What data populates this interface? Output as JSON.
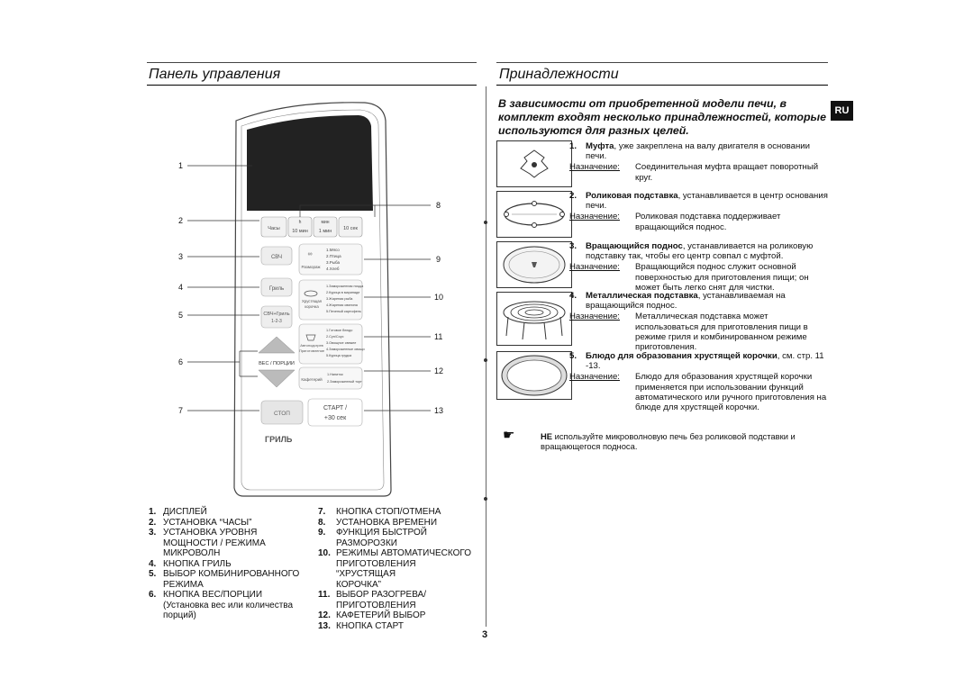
{
  "left": {
    "title": "Панель управления",
    "panel": {
      "callouts": [
        "1",
        "2",
        "3",
        "4",
        "5",
        "6",
        "7",
        "8",
        "9",
        "10",
        "11",
        "12",
        "13"
      ],
      "keys": {
        "clock": "Часы",
        "h_label": "h",
        "min_label": "мин",
        "sec_label": "10 сек",
        "min10": "10 мин",
        "min1": "1 мин",
        "power": "СВЧ",
        "grill": "Гриль",
        "combi": "СВЧ+Гриль",
        "combi_sub": "1-2-3",
        "weight": "ВЕС / ПОРЦИИ",
        "stop": "СТОП",
        "start_line1": "СТАРТ /",
        "start_line2": "+30 сек",
        "brand": "ГРИЛЬ"
      },
      "defrost": {
        "label": "Размораж",
        "items": [
          "1.Мясо",
          "2.Птица",
          "3.Рыба",
          "4.Хлеб"
        ]
      },
      "crusty": {
        "label1": "Хрустящая",
        "label2": "корочка",
        "items": [
          "1.Замороженная пицца",
          "2.Курица в маринаде",
          "3.Жареная рыба",
          "4.Жареная свинина",
          "5.Печеный картофель"
        ]
      },
      "auto": {
        "label1": "Автоподогрев",
        "label2": "Приготовление",
        "items": [
          "1.Готовое блюдо",
          "2.Суп/Соус",
          "3.Овощное свежее",
          "4.Замороженные овощи",
          "5.Курица грудка"
        ]
      },
      "cafe": {
        "label": "Кафетерий",
        "items": [
          "1.Напиток",
          "2.Замороженный торт"
        ]
      }
    },
    "legend_col1": [
      {
        "n": "1.",
        "t": "ДИСПЛЕЙ"
      },
      {
        "n": "2.",
        "t": "УСТАНОВКА “ЧАСЫ”"
      },
      {
        "n": "3.",
        "t": "УСТАНОВКА УРОВНЯ"
      },
      {
        "n": "",
        "t": "МОЩНОСТИ / РЕЖИМА"
      },
      {
        "n": "",
        "t": "МИКРОВОЛН"
      },
      {
        "n": "4.",
        "t": "КНОПКА ГРИЛЬ"
      },
      {
        "n": "5.",
        "t": "ВЫБОР КОМБИНИРОВАННОГО"
      },
      {
        "n": "",
        "t": "РЕЖИМА"
      },
      {
        "n": "6.",
        "t": "КНОПКА ВЕС/ПОРЦИИ"
      },
      {
        "n": "",
        "t": "(Установка вес или количества"
      },
      {
        "n": "",
        "t": "порций)"
      }
    ],
    "legend_col2": [
      {
        "n": "7.",
        "t": "КНОПКА СТОП/ОТМЕНА"
      },
      {
        "n": "8.",
        "t": "УСТАНОВКА ВРЕМЕНИ"
      },
      {
        "n": "9.",
        "t": "ФУНКЦИЯ БЫСТРОЙ"
      },
      {
        "n": "",
        "t": "РАЗМОРОЗКИ"
      },
      {
        "n": "10.",
        "t": "РЕЖИМЫ АВТОМАТИЧЕСКОГО"
      },
      {
        "n": "",
        "t": "ПРИГОТОВЛЕНИЯ “ХРУСТЯЩАЯ"
      },
      {
        "n": "",
        "t": "КОРОЧКА”"
      },
      {
        "n": "11.",
        "t": "ВЫБОР РАЗОГРЕВА/"
      },
      {
        "n": "",
        "t": "ПРИГОТОВЛЕНИЯ"
      },
      {
        "n": "12.",
        "t": "КАФЕТЕРИЙ ВЫБОР"
      },
      {
        "n": "13.",
        "t": "КНОПКА СТАРТ"
      }
    ]
  },
  "right": {
    "title": "Принадлежности",
    "lang_badge": "RU",
    "intro": "В зависимости от приобретенной модели печи, в комплект входят несколько принадлежностей, которые используются для разных целей.",
    "purpose_label": "Назначение:",
    "items": [
      {
        "num": "1.",
        "name": "Муфта",
        "rest": ", уже закреплена на валу двигателя в основании печи.",
        "purpose": "Соединительная муфта вращает поворотный круг.",
        "icon": "coupler-icon"
      },
      {
        "num": "2.",
        "name": "Роликовая подставка",
        "rest": ", устанавливается в центр основания печи.",
        "purpose": "Роликовая подставка поддерживает вращающийся поднос.",
        "icon": "roller-ring-icon"
      },
      {
        "num": "3.",
        "name": "Вращающийся поднос",
        "rest": ", устанавливается на роликовую подставку так, чтобы его центр совпал с муфтой.",
        "purpose": "Вращающийся поднос служит основной поверхностью для приготовления пищи; он может быть легко снят для чистки.",
        "icon": "turntable-icon"
      },
      {
        "num": "4.",
        "name": "Металлическая подставка",
        "rest": ", устанавливаемая на вращающийся поднос.",
        "purpose": "Металлическая подставка может использоваться для приготовления пищи в режиме гриля и комбинированном режиме приготовления.",
        "icon": "metal-rack-icon"
      },
      {
        "num": "5.",
        "name": "Блюдо для образования хрустящей корочки",
        "rest": ", см. стр. 11 -13.",
        "purpose": "Блюдо для образования хрустящей корочки применяется при использовании функций автоматического или ручного приготовления на блюде для хрустящей корочки.",
        "icon": "crusty-plate-icon"
      }
    ],
    "note": {
      "icon": "pointing-hand-icon",
      "bold": "НЕ",
      "text": " используйте микроволновую печь без роликовой подставки и вращающегося подноса."
    }
  },
  "page_number": "3"
}
